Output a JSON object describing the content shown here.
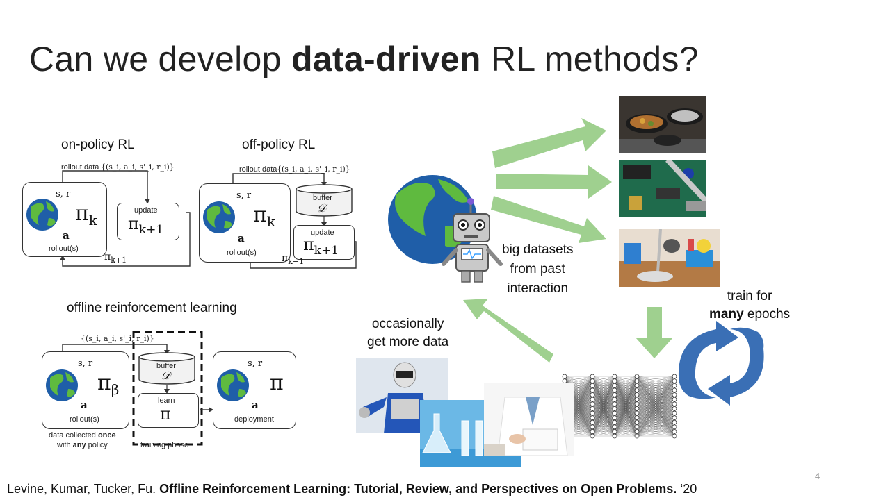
{
  "title": {
    "prefix": "Can we develop ",
    "bold": "data-driven",
    "suffix": " RL methods?"
  },
  "onpolicy": {
    "caption": "on-policy RL",
    "rollout_data": "rollout data",
    "tuple": "{(s_i, a_i, s'_i, r_i)}",
    "sr": "s, r",
    "pi_k": "π",
    "k": "k",
    "a": "a",
    "rollouts": "rollout(s)",
    "update": "update",
    "pi_k1": "π",
    "k1": "k+1"
  },
  "offpolicy": {
    "caption": "off-policy RL",
    "rollout_data": "rollout data",
    "tuple": "{(s_i, a_i, s'_i, r_i)}",
    "sr": "s, r",
    "pi_k": "π",
    "k": "k",
    "a": "a",
    "rollouts": "rollout(s)",
    "buffer": "buffer",
    "D": "𝒟",
    "update": "update",
    "pi_k1": "π",
    "k1": "k+1"
  },
  "offline": {
    "caption": "offline reinforcement learning",
    "tuple": "{(s_i, a_i, s'_i, r_i)}",
    "sr": "s, r",
    "pi_beta": "π",
    "beta": "β",
    "a": "a",
    "rollouts": "rollout(s)",
    "buffer": "buffer",
    "D": "𝒟",
    "learn": "learn",
    "pi": "π",
    "deployment": "deployment",
    "note1_pre": "data collected ",
    "note1_bold": "once",
    "note2_pre": "with ",
    "note2_bold": "any",
    "note2_post": " policy",
    "training_phase": "training phase"
  },
  "right": {
    "big_datasets": [
      "big datasets",
      "from past",
      "interaction"
    ],
    "occasionally": [
      "occasionally",
      "get more data"
    ],
    "train_for": "train for",
    "many": "many",
    "epochs": " epochs"
  },
  "footer": {
    "authors": "Levine, Kumar, Tucker, Fu. ",
    "paper": "Offline Reinforcement Learning: Tutorial, Review, and Perspectives on Open Problems.",
    "year": " ‘20"
  },
  "page_number": "4",
  "colors": {
    "arrow_green": "#9fd08f",
    "cycle_blue": "#3a6fb5",
    "earth_ocean": "#1f5ea8",
    "earth_land": "#5fba3f"
  }
}
